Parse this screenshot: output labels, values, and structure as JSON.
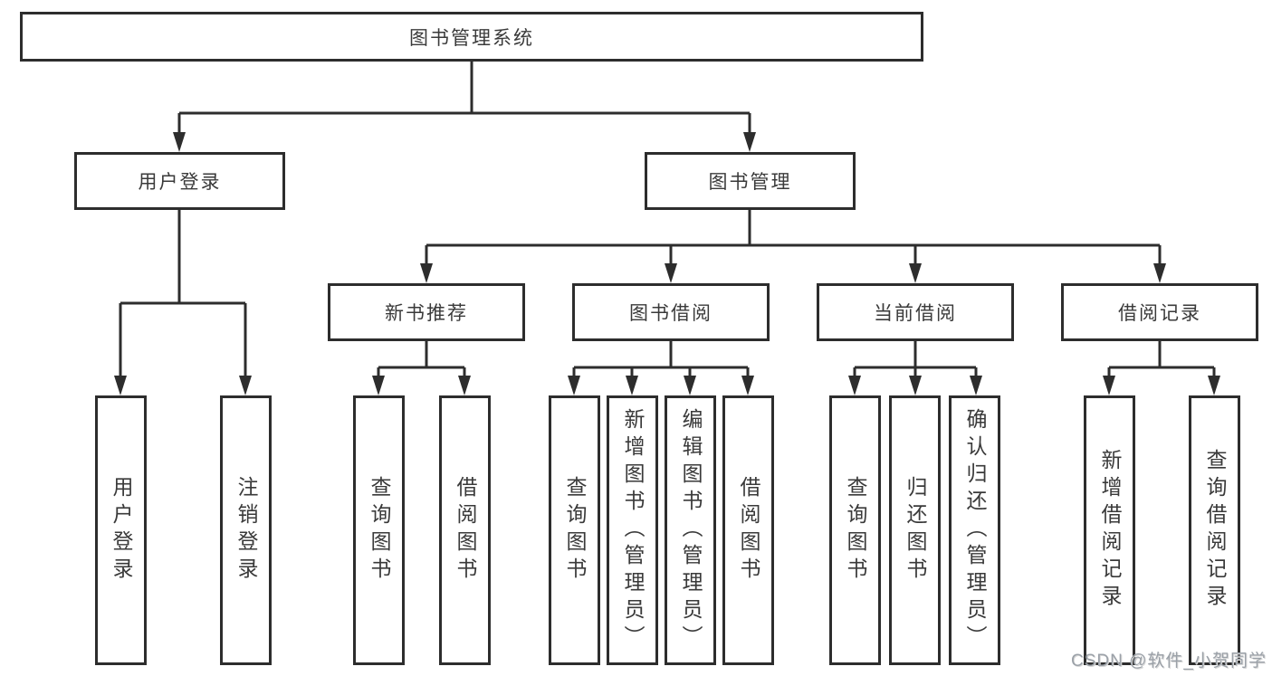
{
  "tree": {
    "label": "图书管理系统",
    "children": [
      {
        "label": "用户登录",
        "children": [
          {
            "label": "用户登录"
          },
          {
            "label": "注销登录"
          }
        ]
      },
      {
        "label": "图书管理",
        "children": [
          {
            "label": "新书推荐",
            "children": [
              {
                "label": "查询图书"
              },
              {
                "label": "借阅图书"
              }
            ]
          },
          {
            "label": "图书借阅",
            "children": [
              {
                "label": "查询图书"
              },
              {
                "label": "新增图书（管理员）"
              },
              {
                "label": "编辑图书（管理员）"
              },
              {
                "label": "借阅图书"
              }
            ]
          },
          {
            "label": "当前借阅",
            "children": [
              {
                "label": "查询图书"
              },
              {
                "label": "归还图书"
              },
              {
                "label": "确认归还（管理员）"
              }
            ]
          },
          {
            "label": "借阅记录",
            "children": [
              {
                "label": "新增借阅记录"
              },
              {
                "label": "查询借阅记录"
              }
            ]
          }
        ]
      }
    ]
  },
  "watermark": {
    "text": "CSDN @软件_小贺同学"
  },
  "colors": {
    "line": "#2d2d2d",
    "text": "#3a3a3a",
    "watermark": "#9ba1a8",
    "background": "#ffffff"
  }
}
